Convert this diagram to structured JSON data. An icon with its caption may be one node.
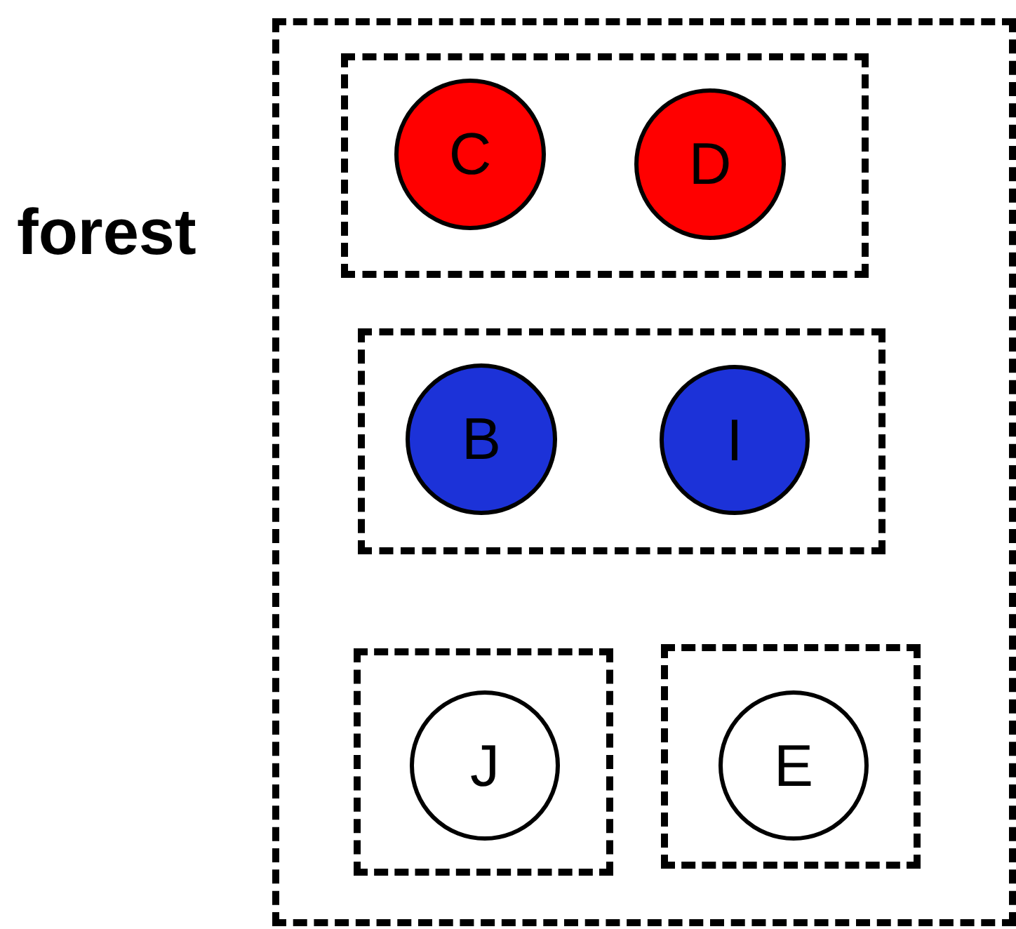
{
  "diagram": {
    "nodes": [
      {
        "text": [
          "forest"
        ]
      },
      {
        "text": [],
        "shape": "box",
        "in": 0
      },
      {
        "text": [
          "C"
        ],
        "in": 1
      },
      {
        "text": [
          "D"
        ],
        "in": 1
      },
      {
        "text": [],
        "shape": "box",
        "in": 0
      },
      {
        "text": [
          "B"
        ],
        "in": 4
      },
      {
        "text": [
          "I"
        ],
        "in": 4
      },
      {
        "text": [],
        "shape": "box",
        "in": 0
      },
      {
        "text": [
          "J"
        ],
        "in": 7
      },
      {
        "text": [],
        "shape": "box",
        "in": 0
      },
      {
        "text": [
          "E"
        ],
        "in": 9
      }
    ]
  }
}
